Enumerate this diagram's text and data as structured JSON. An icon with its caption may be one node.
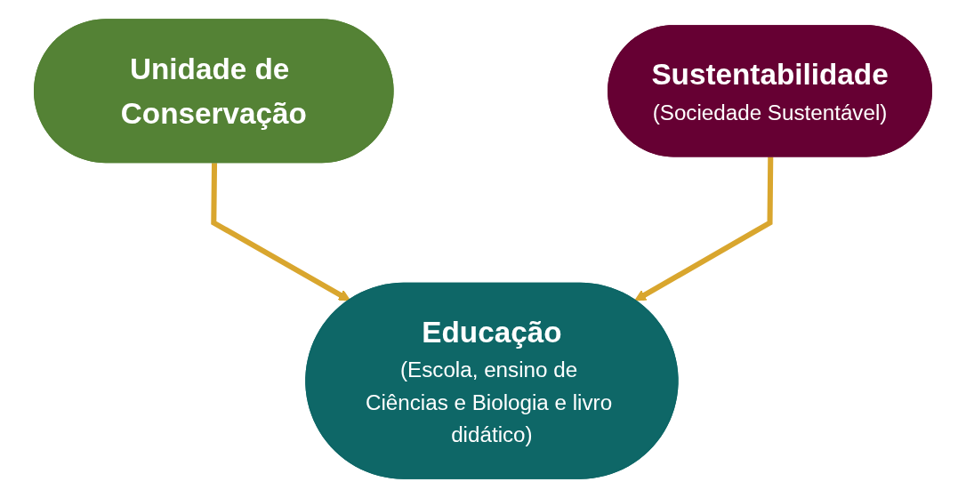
{
  "diagram": {
    "nodes": [
      {
        "text": [
          "Unidade de Conservação"
        ]
      },
      {
        "text": [
          "Sustentabilidade",
          "(Sociedade Sustentável)"
        ]
      },
      {
        "text": [
          "Educação",
          "(Escola, ensino de Ciências e Biologia e livro didático)"
        ]
      }
    ],
    "edges": [
      {
        "from": 0,
        "to": 2,
        "arrow": "to"
      },
      {
        "from": 1,
        "to": 2,
        "arrow": "to"
      }
    ]
  }
}
